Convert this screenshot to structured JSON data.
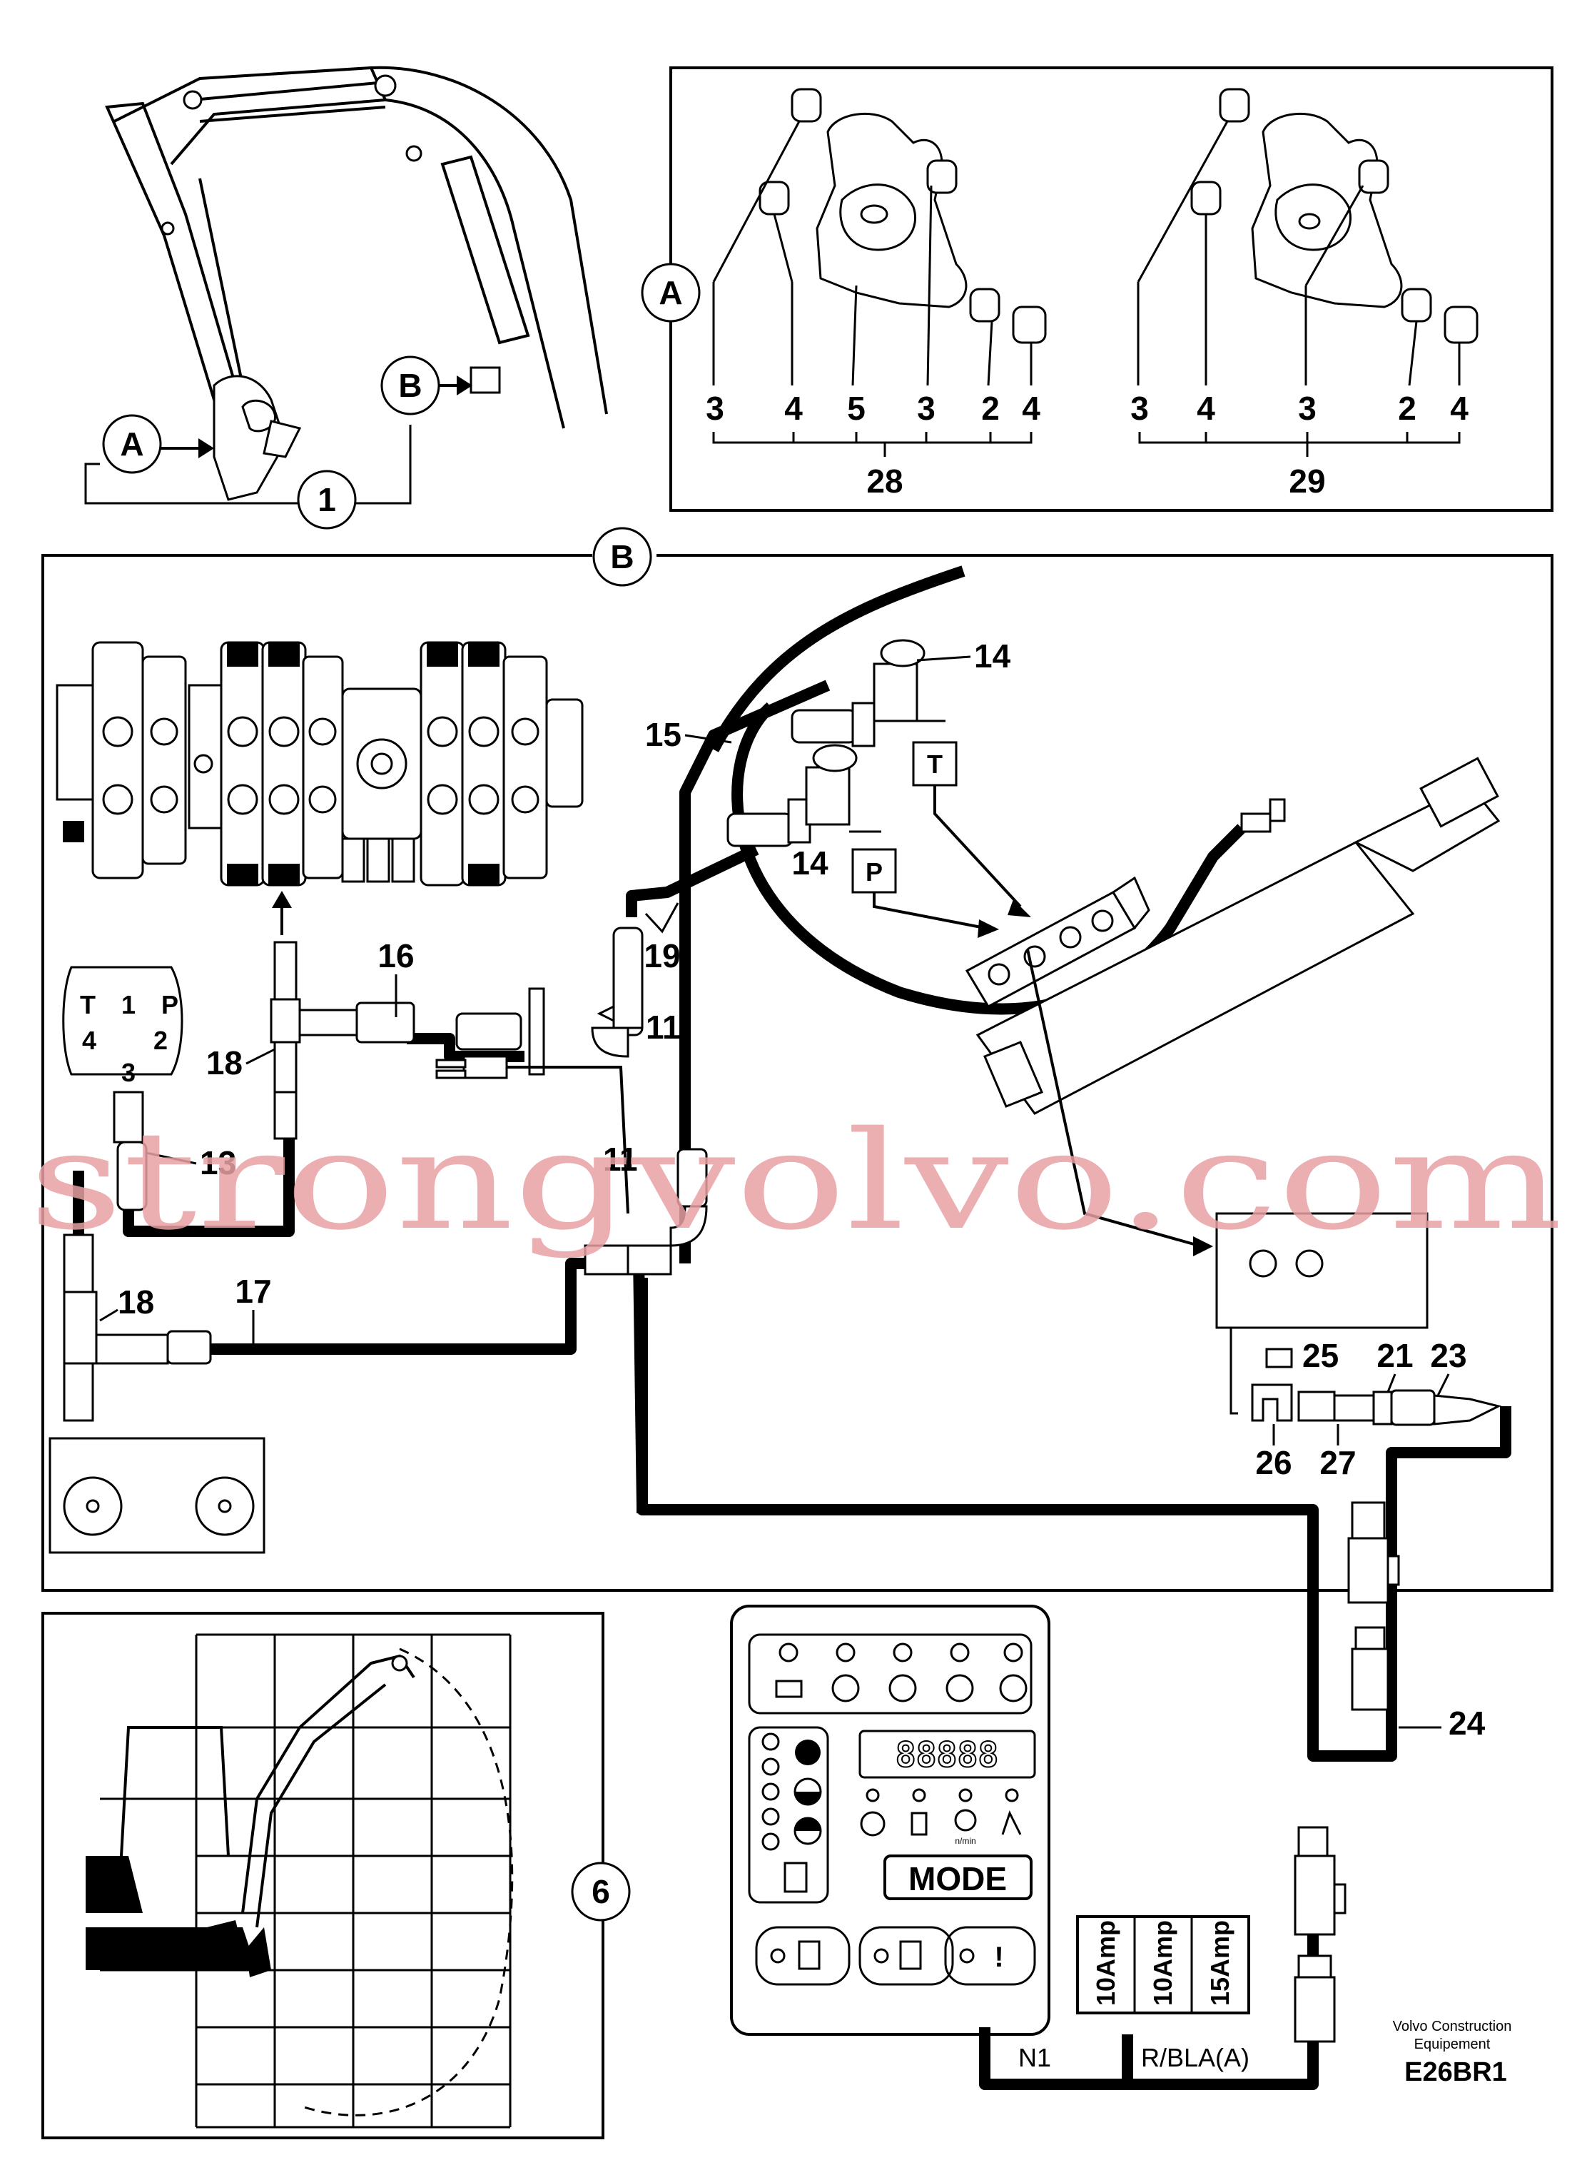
{
  "callouts": {
    "detail_a": "A",
    "detail_b": "B",
    "view_1": "1",
    "view_6": "6"
  },
  "detail_a": {
    "left_labels": [
      "3",
      "4",
      "5",
      "3",
      "2",
      "4"
    ],
    "left_kit": "28",
    "right_labels": [
      "3",
      "4",
      "3",
      "2",
      "4"
    ],
    "right_kit": "29"
  },
  "detail_b": {
    "parts": {
      "p11a": "11",
      "p11b": "11",
      "p13": "13",
      "p14a": "14",
      "p14b": "14",
      "p15": "15",
      "p16": "16",
      "p17": "17",
      "p18a": "18",
      "p18b": "18",
      "p19": "19",
      "p21": "21",
      "p23": "23",
      "p24": "24",
      "p25": "25",
      "p26": "26",
      "p27": "27"
    },
    "sensor_tags": {
      "t": "T",
      "p": "P"
    },
    "pump_ports": {
      "t": "T",
      "one": "1",
      "p": "P",
      "four": "4",
      "two": "2",
      "three": "3"
    }
  },
  "panel": {
    "display": "88888",
    "mode_button": "MODE",
    "speed_unit": "n/min"
  },
  "fuses": [
    "10Amp",
    "10Amp",
    "15Amp"
  ],
  "wire_labels": {
    "n1": "N1",
    "rbla": "R/BLA(A)"
  },
  "footer": {
    "company_line1": "Volvo Construction",
    "company_line2": "Equipement",
    "code": "E26BR1"
  },
  "watermark": "strongvolvo.com"
}
